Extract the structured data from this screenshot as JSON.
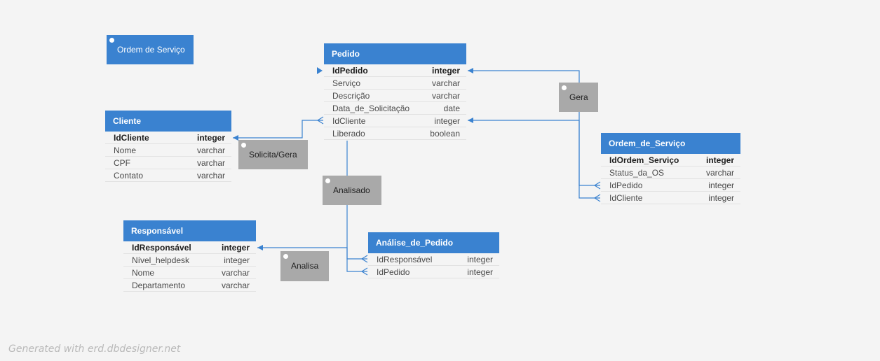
{
  "legend": {
    "label": "Ordem de Serviço"
  },
  "tables": {
    "pedido": {
      "title": "Pedido",
      "rows": [
        {
          "name": "IdPedido",
          "type": "integer"
        },
        {
          "name": "Serviço",
          "type": "varchar"
        },
        {
          "name": "Descrição",
          "type": "varchar"
        },
        {
          "name": "Data_de_Solicitação",
          "type": "date"
        },
        {
          "name": "IdCliente",
          "type": "integer"
        },
        {
          "name": "Liberado",
          "type": "boolean"
        }
      ]
    },
    "cliente": {
      "title": "Cliente",
      "rows": [
        {
          "name": "IdCliente",
          "type": "integer"
        },
        {
          "name": "Nome",
          "type": "varchar"
        },
        {
          "name": "CPF",
          "type": "varchar"
        },
        {
          "name": "Contato",
          "type": "varchar"
        }
      ]
    },
    "ordem": {
      "title": "Ordem_de_Serviço",
      "rows": [
        {
          "name": "IdOrdem_Serviço",
          "type": "integer"
        },
        {
          "name": "Status_da_OS",
          "type": "varchar"
        },
        {
          "name": "IdPedido",
          "type": "integer"
        },
        {
          "name": "IdCliente",
          "type": "integer"
        }
      ]
    },
    "responsavel": {
      "title": "Responsável",
      "rows": [
        {
          "name": "IdResponsável",
          "type": "integer"
        },
        {
          "name": "Nível_helpdesk",
          "type": "integer"
        },
        {
          "name": "Nome",
          "type": "varchar"
        },
        {
          "name": "Departamento",
          "type": "varchar"
        }
      ]
    },
    "analise": {
      "title": "Análise_de_Pedido",
      "rows": [
        {
          "name": "IdResponsável",
          "type": "integer"
        },
        {
          "name": "IdPedido",
          "type": "integer"
        }
      ]
    }
  },
  "relations": {
    "gera": "Gera",
    "solicita": "Solicita/Gera",
    "analisado": "Analisado",
    "analisa": "Analisa"
  },
  "colors": {
    "header": "#3a82d0",
    "note": "#a9a9a9",
    "line": "#3a82d0"
  },
  "footer": "Generated with erd.dbdesigner.net"
}
